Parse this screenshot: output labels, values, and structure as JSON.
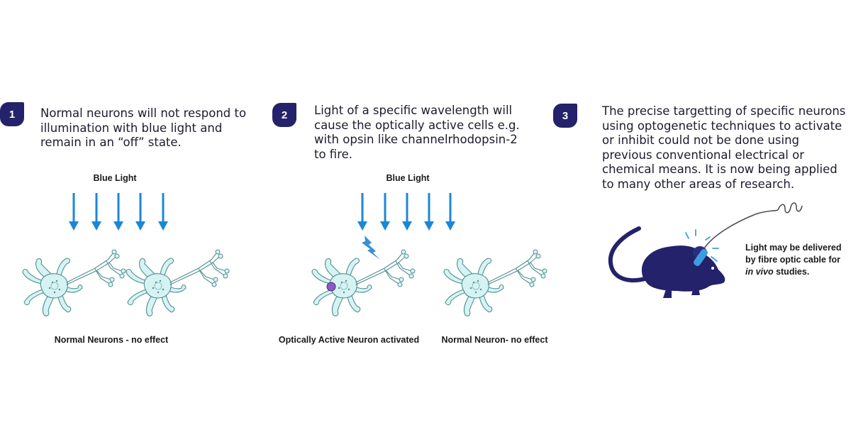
{
  "steps": [
    {
      "number": "1",
      "text": "Normal neurons will not respond to illumination with blue light and remain in an “off” state."
    },
    {
      "number": "2",
      "text": "Light of a specific wavelength will cause the optically active cells e.g. with opsin like channelrhodopsin-2 to fire."
    },
    {
      "number": "3",
      "text": "The precise targetting of specific neurons using optogenetic techniques to activate or inhibit could not be done using previous conventional electrical or chemical means. It is now being applied to many other areas of research."
    }
  ],
  "panel1": {
    "light_label": "Blue Light",
    "caption": "Normal Neurons - no effect"
  },
  "panel2": {
    "light_label": "Blue Light",
    "caption_left": "Optically Active Neuron activated",
    "caption_right": "Normal Neuron- no effect"
  },
  "panel3": {
    "note_line1": "Light may be delivered",
    "note_line2": "by fibre optic cable for",
    "note_italic": "in vivo",
    "note_tail": " studies."
  },
  "colors": {
    "badge": "#24226a",
    "arrow": "#1b87d6",
    "neuron_fill": "#d6f3f3",
    "neuron_stroke": "#4f8f8f",
    "activated_nucleus": "#8a5bc2",
    "mouse": "#24226a",
    "fibre_tip": "#3b9ee0"
  },
  "icons": [
    "down-arrow-icon",
    "lightning-bolt-icon",
    "neuron-icon",
    "mouse-icon",
    "fibre-optic-cable-icon"
  ]
}
